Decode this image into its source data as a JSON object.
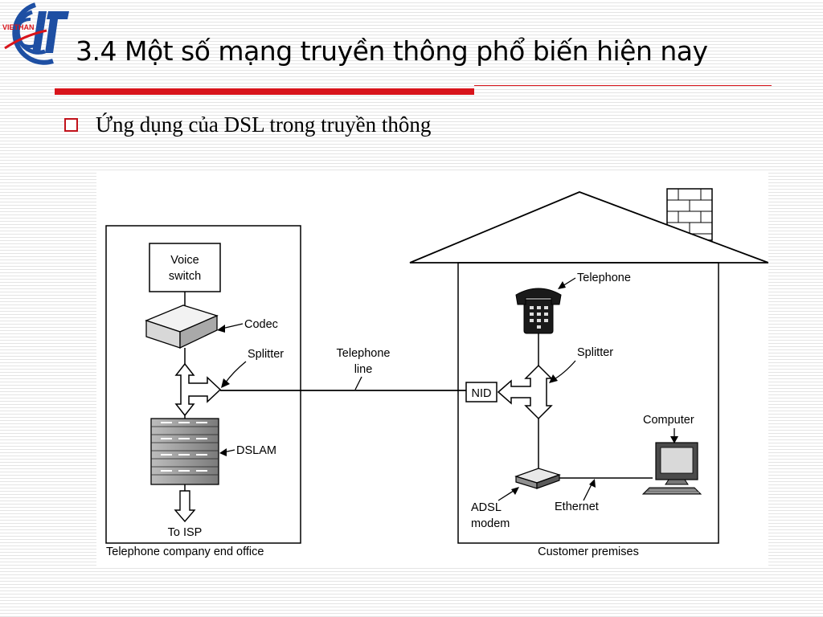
{
  "slide": {
    "title": "3.4 Một số mạng truyền thông phổ biến hiện nay",
    "bullet": "Ứng dụng của DSL trong truyền thông",
    "logo_text": "VIETHAN",
    "colors": {
      "accent_red": "#d8141b",
      "logo_blue": "#1e4fa3",
      "bullet_border": "#c1121b"
    }
  },
  "diagram": {
    "office": {
      "voice_switch_line1": "Voice",
      "voice_switch_line2": "switch",
      "codec": "Codec",
      "splitter": "Splitter",
      "dslam": "DSLAM",
      "to_isp": "To ISP",
      "caption": "Telephone company end office"
    },
    "link": {
      "line1": "Telephone",
      "line2": "line"
    },
    "home": {
      "nid": "NID",
      "telephone": "Telephone",
      "splitter": "Splitter",
      "computer": "Computer",
      "adsl_line1": "ADSL",
      "adsl_line2": "modem",
      "ethernet": "Ethernet",
      "caption": "Customer premises"
    }
  }
}
